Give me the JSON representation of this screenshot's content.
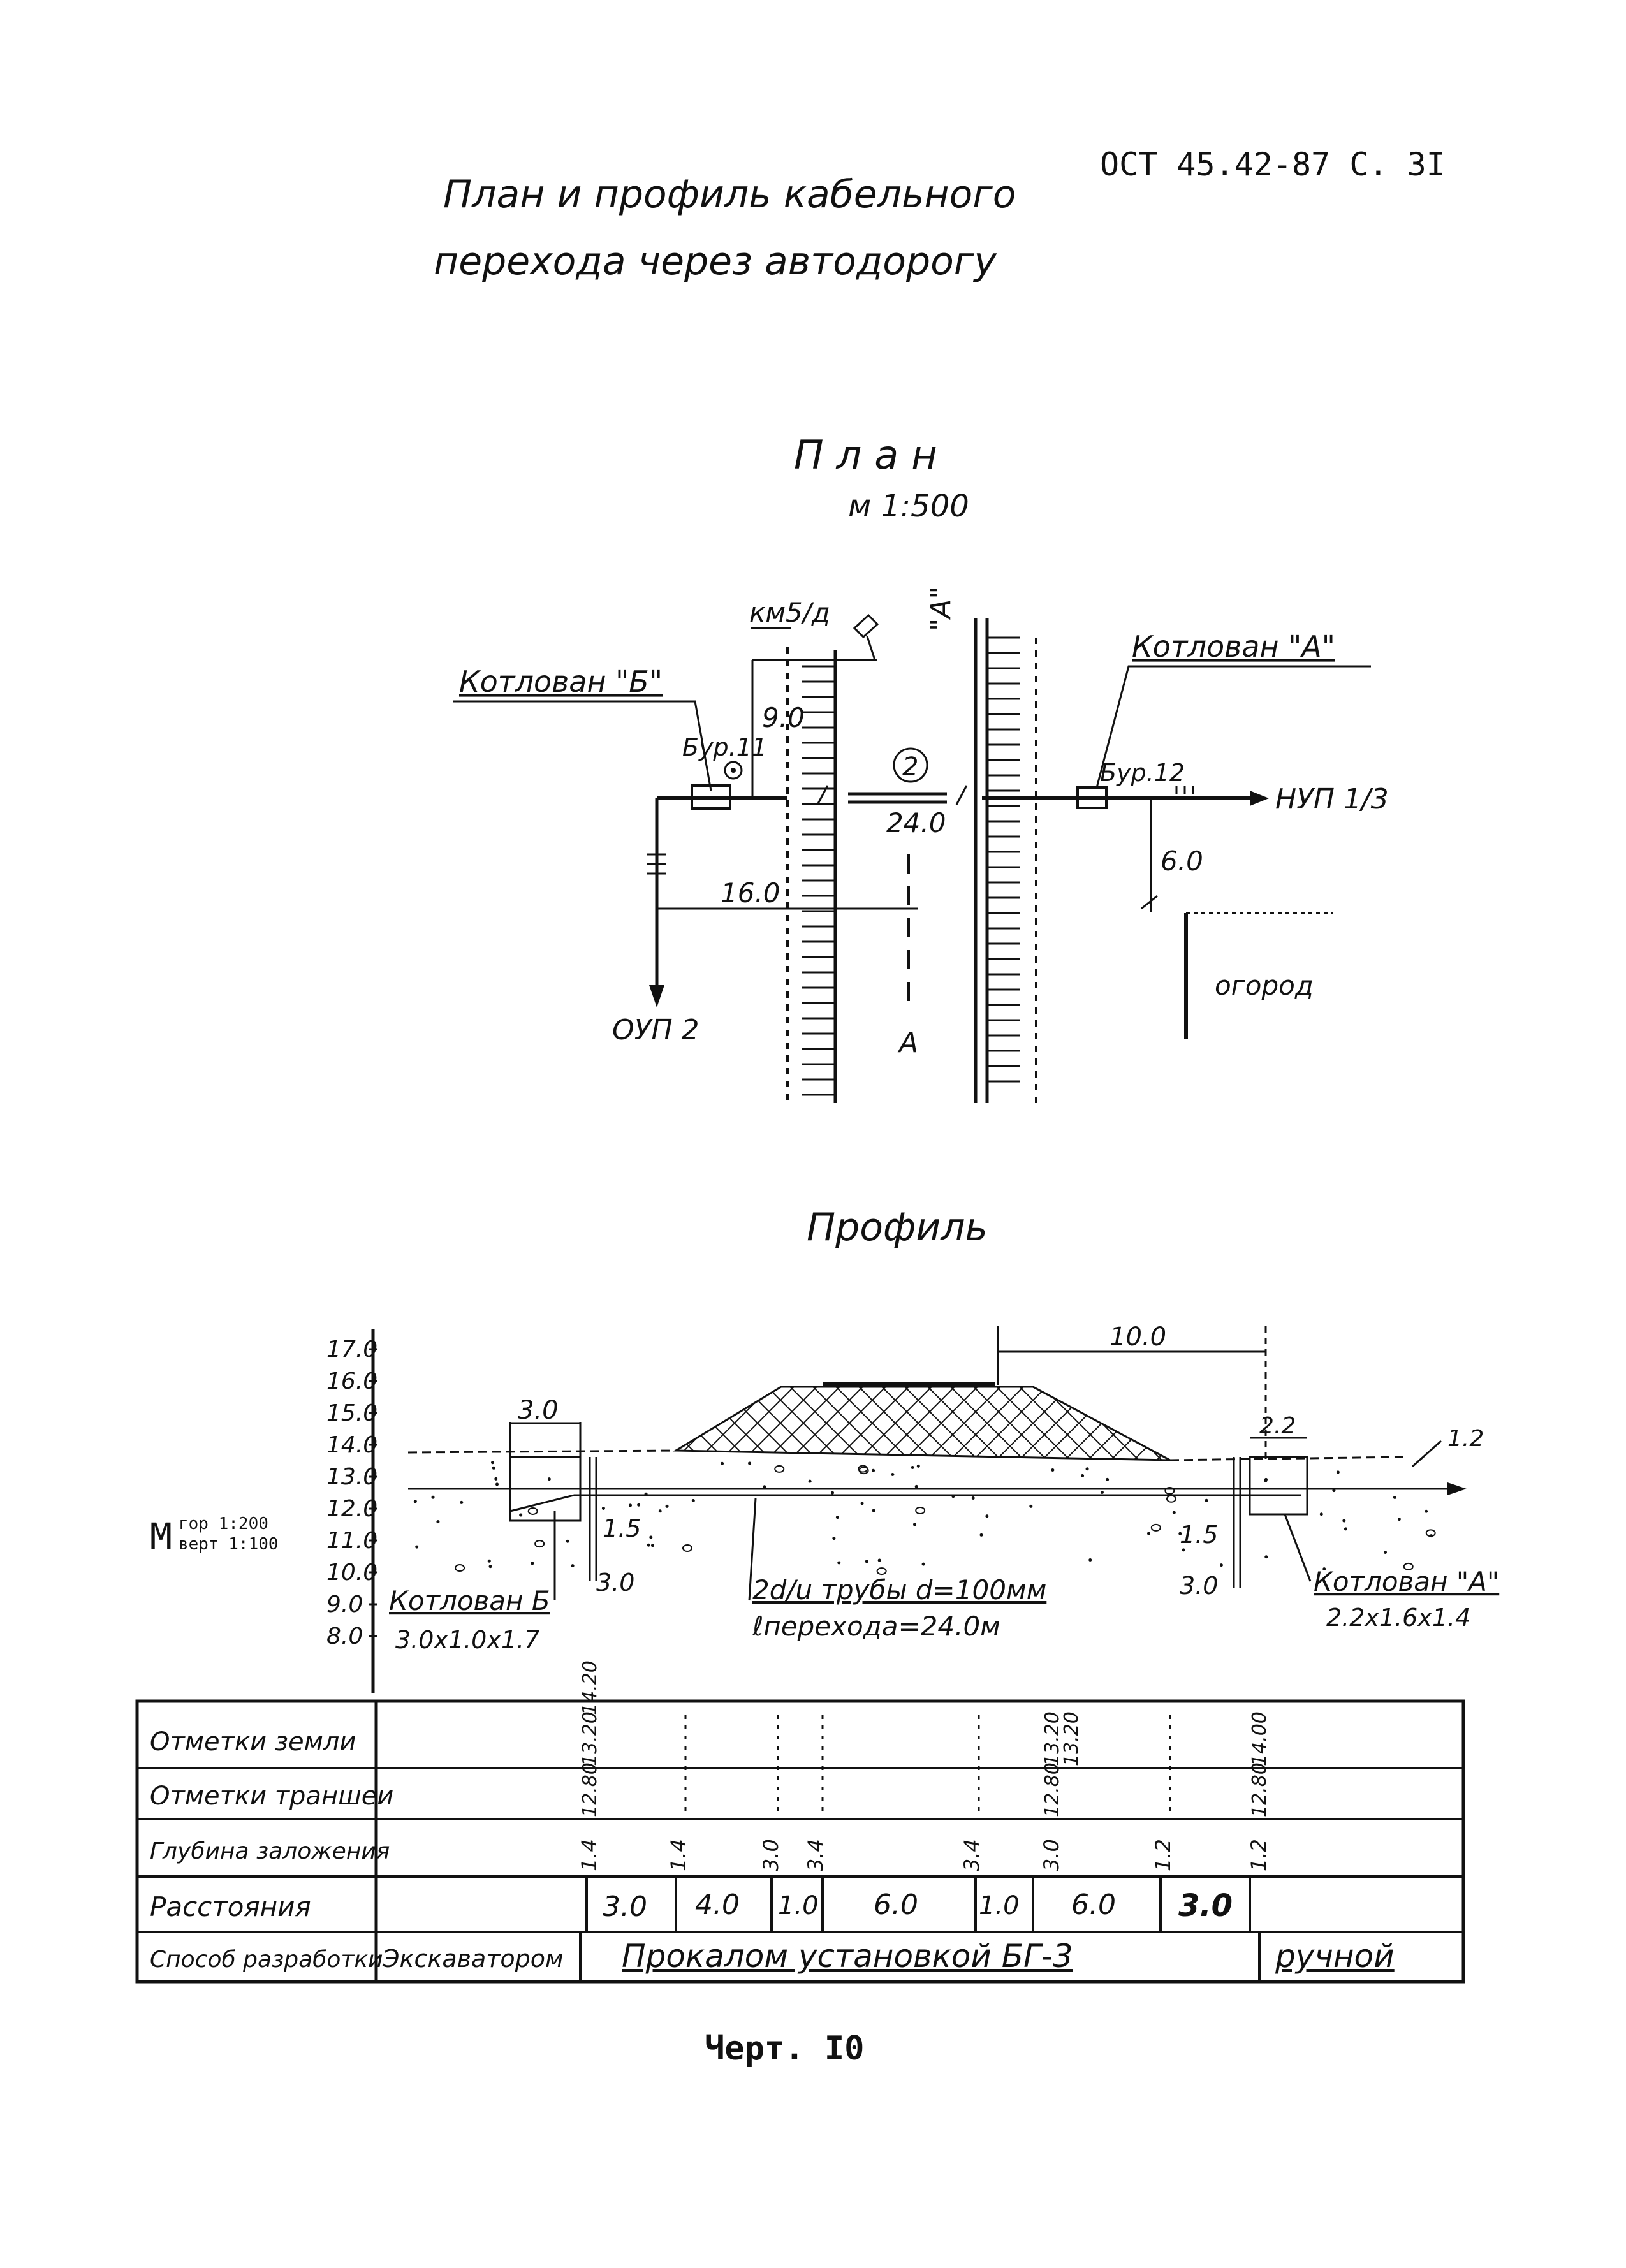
{
  "header": {
    "doc_ref": "ОСТ 45.42-87 С. 3I",
    "title_line1": "План и профиль кабельного",
    "title_line2": "перехода через автодорогу"
  },
  "plan": {
    "heading": "План",
    "scale": "м 1:500",
    "road_label": "\"А\"",
    "km_marker": "км5/д",
    "pit_b": "Котлован \"Б\"",
    "pit_a": "Котлован \"А\"",
    "bore_11": "Бур.11",
    "bore_12": "Бур.12",
    "dim_9": "9.0",
    "dim_24": "24.0",
    "dim_16": "16.0",
    "dim_6": "6.0",
    "circle_num": "2",
    "nup": "НУП 1/3",
    "oup": "ОУП 2",
    "garden": "огород",
    "letter_a": "А"
  },
  "profile": {
    "heading": "Профиль",
    "y_ticks": [
      "17.0",
      "16.0",
      "15.0",
      "14.0",
      "13.0",
      "12.0",
      "11.0",
      "10.0",
      "9.0",
      "8.0"
    ],
    "scale_m": "М",
    "scale_h": "гор 1:200",
    "scale_v": "верт 1:100",
    "dim_10": "10.0",
    "dim_3": "3.0",
    "dim_22": "2.2",
    "dim_12": "1.2",
    "depth_15_left": "1.5",
    "depth_30_left": "3.0",
    "depth_15_right": "1.5",
    "depth_30_right": "3.0",
    "pit_b_label": "Котлован Б",
    "pit_b_size": "3.0х1.0х1.7",
    "pit_a_label": "Котлован \"А\"",
    "pit_a_size": "2.2х1.6х1.4",
    "pipe_text": "2d/u трубы d=100мм",
    "length_text": "ℓперехода=24.0м"
  },
  "table": {
    "row_headers": [
      "Отметки земли",
      "Отметки траншеи",
      "Глубина заложения",
      "Расстояния",
      "Способ разработки"
    ],
    "ground_marks": [
      "13.20",
      "14.20",
      "13.20",
      "13.20",
      "14.00"
    ],
    "trench_marks": [
      "12.80",
      "12.80",
      "12.80"
    ],
    "depths": [
      "1.4",
      "1.4",
      "3.0",
      "3.4",
      "3.4",
      "3.0",
      "1.2",
      "1.2"
    ],
    "distances": [
      "3.0",
      "4.0",
      "1.0",
      "6.0",
      "1.0",
      "6.0",
      "3.0"
    ],
    "methods": [
      "Экскаватором",
      "Прокалом установкой БГ-3",
      "ручной"
    ]
  },
  "footer": {
    "caption": "Черт. I0"
  }
}
